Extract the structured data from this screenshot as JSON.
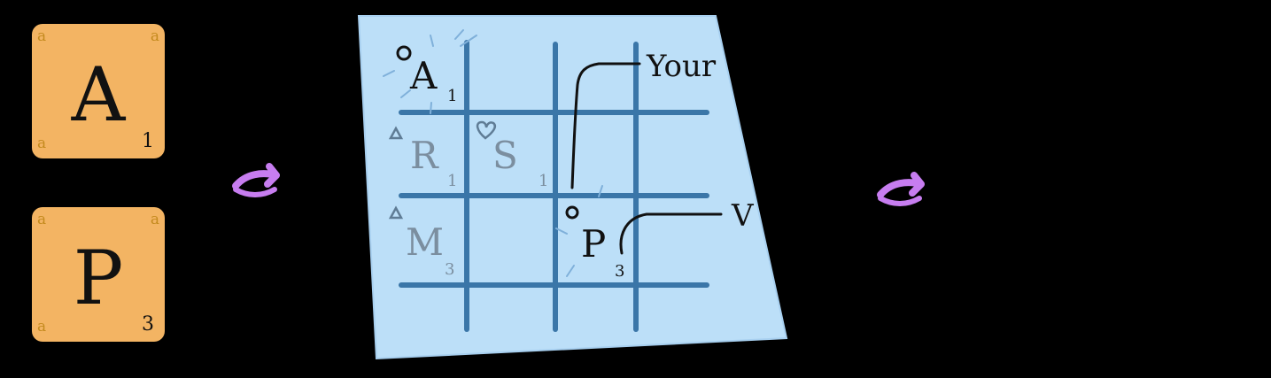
{
  "tiles": [
    {
      "letter": "A",
      "score": "1",
      "corner": "a"
    },
    {
      "letter": "P",
      "score": "3",
      "corner": "a"
    }
  ],
  "board": {
    "cells": [
      {
        "letter": "A",
        "score": "1",
        "style": "active",
        "marker": "circle"
      },
      {
        "letter": "R",
        "score": "1",
        "style": "faded",
        "marker": "triangle"
      },
      {
        "letter": "S",
        "score": "1",
        "style": "faded",
        "marker": "heart"
      },
      {
        "letter": "M",
        "score": "3",
        "style": "faded",
        "marker": "triangle"
      },
      {
        "letter": "P",
        "score": "3",
        "style": "active",
        "marker": "circle"
      }
    ],
    "callouts": [
      {
        "text": "Your"
      },
      {
        "text": "V"
      }
    ]
  },
  "colors": {
    "background": "#000000",
    "tile": "#f3b463",
    "tile_corner_text": "#c48a1e",
    "board_fill": "#bcdff8",
    "grid_line": "#3a76a8",
    "active_text": "#111111",
    "faded_text": "#7b8e9f",
    "arrow": "#c77df0"
  },
  "icons": [
    "circle-marker-icon",
    "triangle-marker-icon",
    "heart-marker-icon",
    "right-arrow-icon"
  ]
}
